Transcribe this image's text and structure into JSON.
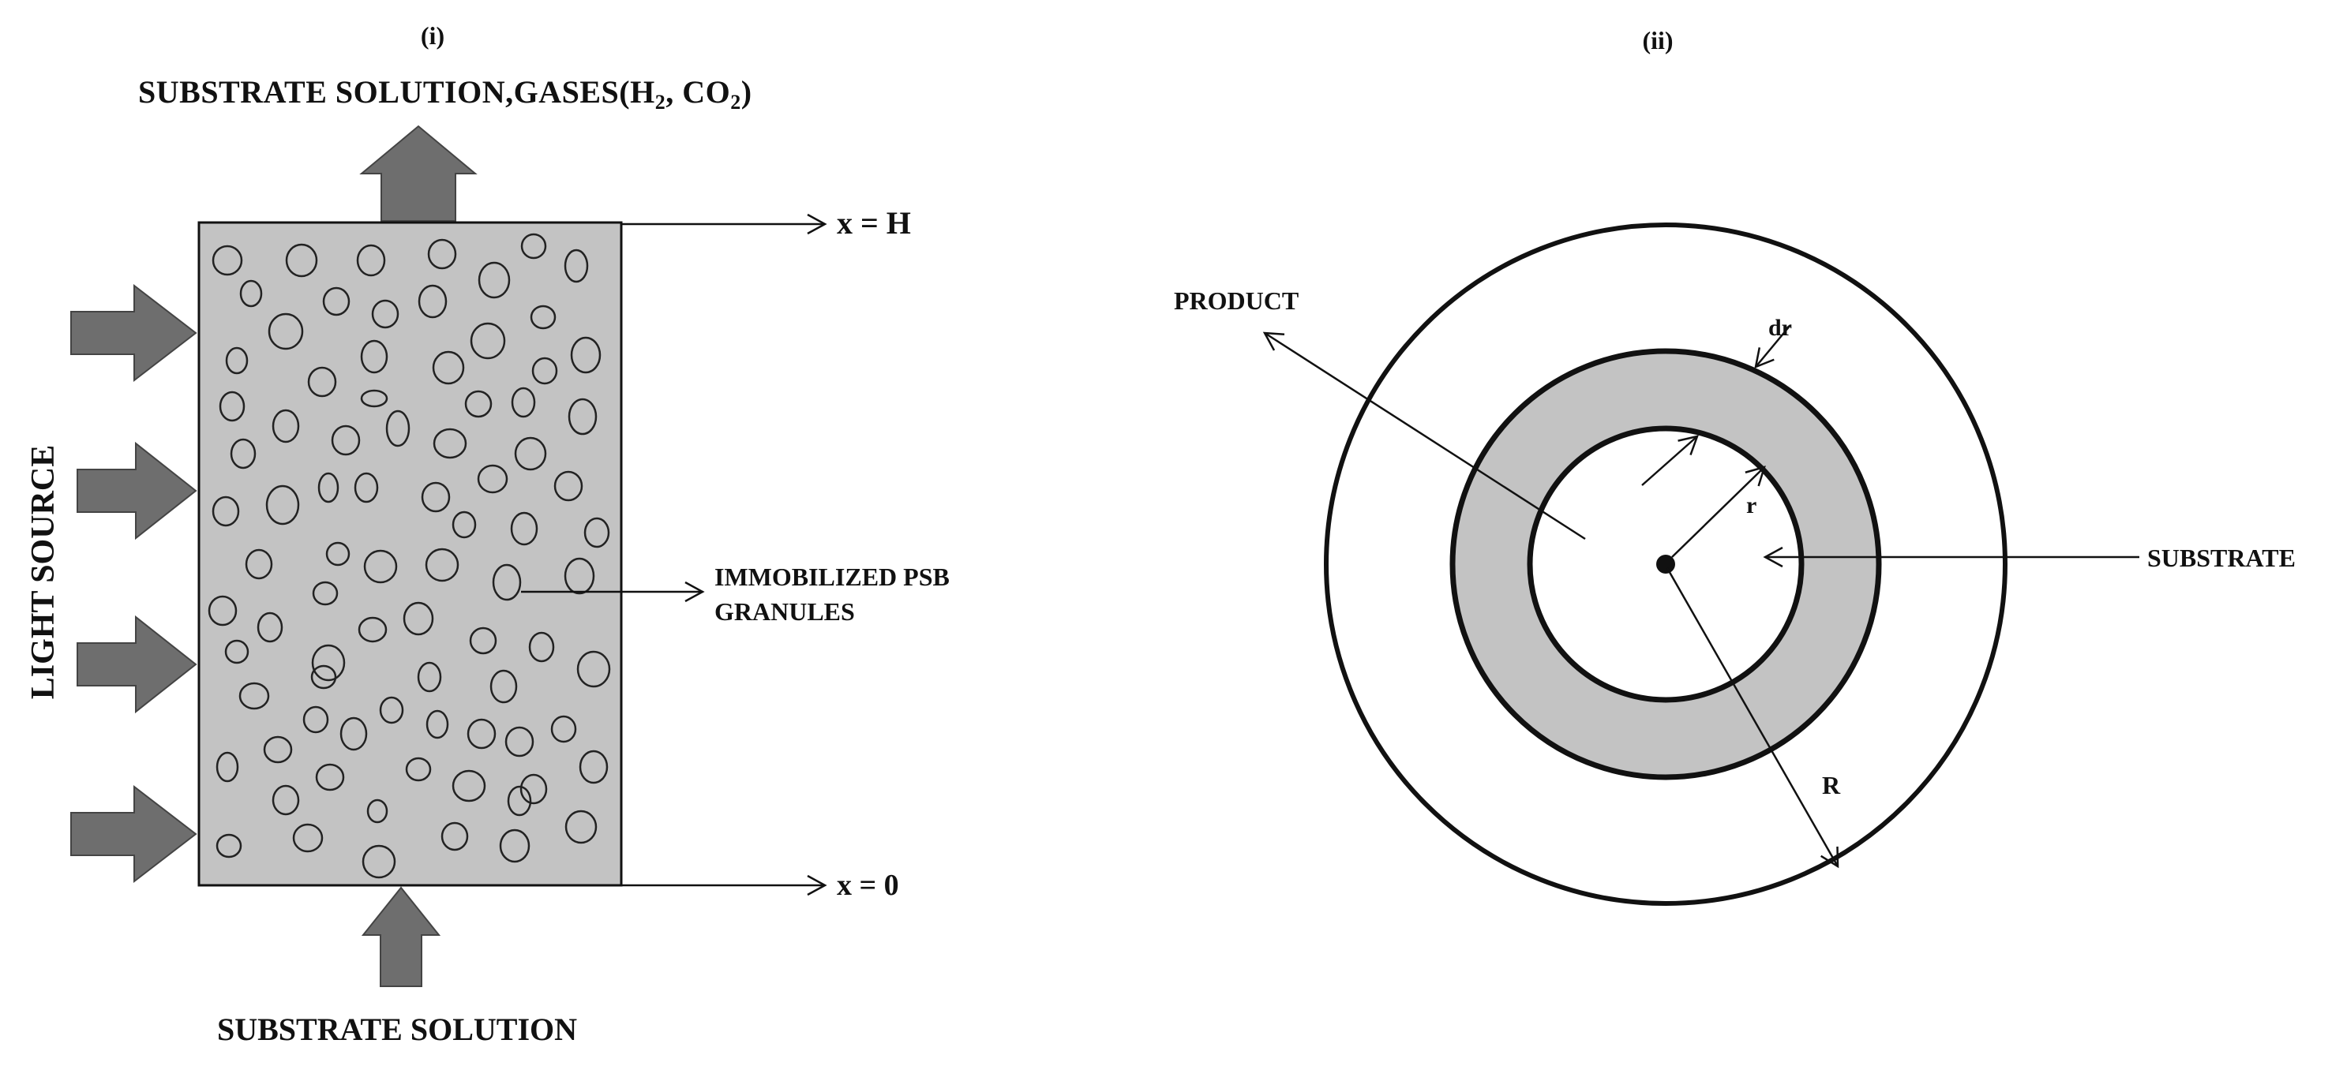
{
  "panel_i": {
    "label": "(i)",
    "top_output": {
      "prefix": "SUBSTRATE SOLUTION,GASES(H",
      "sub1": "2",
      "mid": ", CO",
      "sub2": "2",
      "suffix": ")"
    },
    "top_marker": "x = H",
    "bottom_marker": "x = 0",
    "granules_label_line1": "IMMOBILIZED PSB",
    "granules_label_line2": "GRANULES",
    "light_label": "LIGHT SOURCE",
    "bottom_input": "SUBSTRATE SOLUTION"
  },
  "panel_ii": {
    "label": "(ii)",
    "product_label": "PRODUCT",
    "substrate_label": "SUBSTRATE",
    "dr_label": "dr",
    "r_label": "r",
    "R_label": "R"
  },
  "colors": {
    "bed_fill": "#c3c3c3",
    "shell_fill": "#c3c3c3",
    "arrow_fill": "#6e6e6e",
    "line": "#111111"
  }
}
